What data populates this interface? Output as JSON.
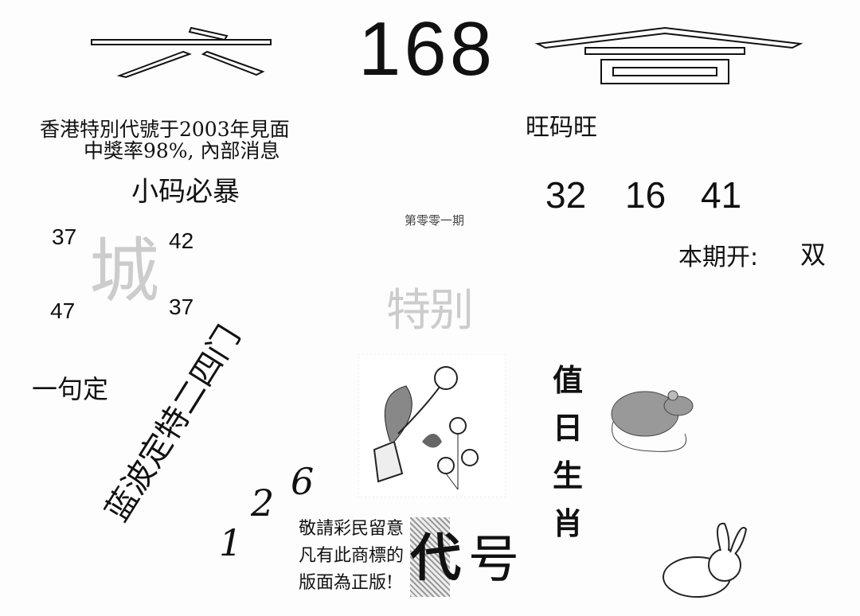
{
  "header": {
    "logo_text": "六168會",
    "number": "168"
  },
  "left": {
    "intro_line1": "香港特別代號于2003年見面",
    "intro_line2": "中獎率98%, 內部消息",
    "small_code_title": "小码必暴",
    "numbers": [
      "37",
      "42",
      "47",
      "37"
    ],
    "watermark_char": "城",
    "one_sentence_label": "一句定",
    "diagonal_text": "蓝波定特二四门"
  },
  "center": {
    "issue": "第零零一期",
    "special_watermark": "特别",
    "scattered_digits": [
      "1",
      "2",
      "6"
    ],
    "notice_lines": [
      "敬請彩民留意",
      "凡有此商標的",
      "版面為正版!"
    ],
    "code_label_1": "代",
    "code_label_2": "号"
  },
  "right": {
    "title": "旺码旺",
    "numbers": [
      "32",
      "16",
      "41"
    ],
    "this_period_label": "本期开:",
    "this_period_value": "双",
    "zodiac_label": [
      "值",
      "日",
      "生",
      "肖"
    ]
  },
  "images": {
    "flower_vase": "flower-vase",
    "rat": "rat",
    "rabbit": "rabbit"
  }
}
